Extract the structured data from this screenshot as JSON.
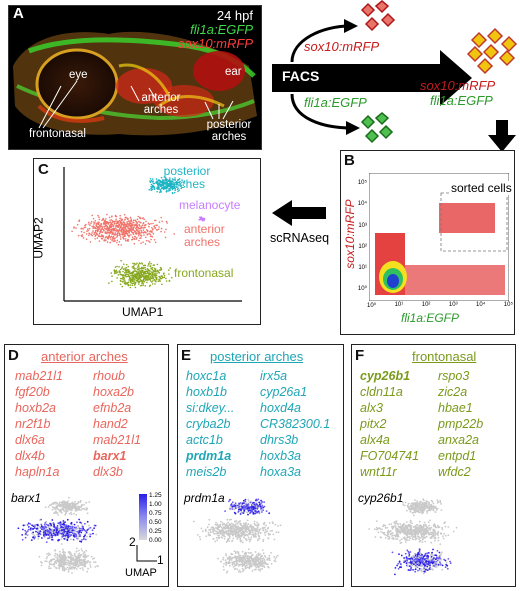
{
  "panelA": {
    "label": "A",
    "time": "24 hpf",
    "transgene1": "fli1a:EGFP",
    "transgene2": "sox10:mRFP",
    "structures": [
      "eye",
      "ear",
      "anterior arches",
      "frontonasal",
      "posterior arches"
    ]
  },
  "facs": {
    "label": "FACS",
    "top_label": "sox10:mRFP",
    "bottom_label": "fli1a:EGFP",
    "sorted_label1": "sox10:mRFP",
    "sorted_label2": "fli1a:EGFP"
  },
  "panelB": {
    "label": "B",
    "gate_label": "sorted cells",
    "y_title": "sox10:mRFP",
    "x_title": "fli1a:EGFP",
    "y_ticks": [
      "10⁵",
      "10⁴",
      "10³",
      "10²",
      "10¹",
      "10⁰"
    ],
    "x_ticks": [
      "10⁰",
      "10¹",
      "10²",
      "10³",
      "10⁴",
      "10⁵"
    ]
  },
  "panelC": {
    "label": "C",
    "x_title": "UMAP1",
    "y_title": "UMAP2",
    "clusters": [
      "posterior arches",
      "melanocyte",
      "anterior arches",
      "frontonasal"
    ],
    "cluster_colors": [
      "#1fb5c4",
      "#c77dff",
      "#f0736a",
      "#86a81e"
    ]
  },
  "arrow_scrnaseq": "scRNAseq",
  "panelD": {
    "label": "D",
    "title": "anterior arches",
    "col1": [
      "mab21l1",
      "fgf20b",
      "hoxb2a",
      "nr2f1b",
      "dlx6a",
      "dlx4b",
      "hapln1a"
    ],
    "col2": [
      "rhoub",
      "hoxa2b",
      "efnb2a",
      "hand2",
      "mab21l1",
      "barx1",
      "dlx3b"
    ],
    "feature": "barx1",
    "legend_ticks": [
      "1.25",
      "1.00",
      "0.75",
      "0.50",
      "0.25",
      "0.00"
    ],
    "axis_2": "2",
    "axis_1": "1",
    "axis_name": "UMAP"
  },
  "panelE": {
    "label": "E",
    "title": "posterior arches",
    "col1": [
      "hoxc1a",
      "hoxb1b",
      "si:dkey...",
      "cryba2b",
      "actc1b",
      "prdm1a",
      "meis2b"
    ],
    "col2": [
      "irx5a",
      "cyp26a1",
      "hoxd4a",
      "CR382300.1",
      "dhrs3b",
      "hoxb3a",
      "hoxa3a"
    ],
    "feature": "prdm1a"
  },
  "panelF": {
    "label": "F",
    "title": "frontonasal",
    "col1": [
      "cyp26b1",
      "cldn11a",
      "alx3",
      "pitx2",
      "alx4a",
      "FO704741",
      "wnt11r"
    ],
    "col2": [
      "rspo3",
      "zic2a",
      "hbae1",
      "pmp22b",
      "anxa2a",
      "entpd1",
      "wfdc2"
    ],
    "feature": "cyp26b1"
  }
}
